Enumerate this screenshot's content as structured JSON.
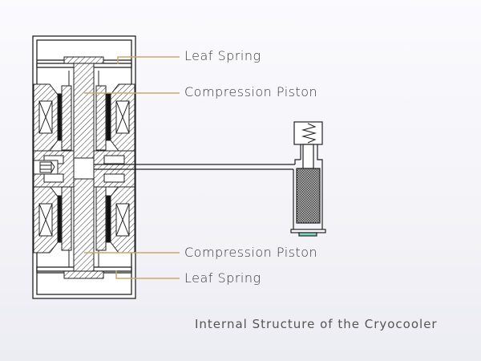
{
  "diagram": {
    "title": "Internal Structure of the Cryocooler",
    "labels": {
      "leaf_spring_top": "Leaf Spring",
      "compression_piston_top": "Compression Piston",
      "compression_piston_bottom": "Compression Piston",
      "leaf_spring_bottom": "Leaf Spring"
    },
    "colors": {
      "leader_line": "#c8a96a",
      "outline": "#222222",
      "magnet": "#111111",
      "regenerator": "#666666",
      "cold_tip": "#7fd6c6"
    }
  }
}
